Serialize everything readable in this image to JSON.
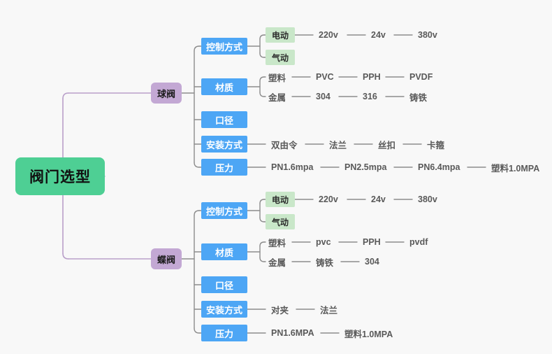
{
  "diagram": {
    "type": "mindmap",
    "title": "阀门选型",
    "colors": {
      "background": "#f8f8f8",
      "root": "#4ecf94",
      "level1": "#c3a8d4",
      "level2": "#4da6f5",
      "level3": "#c9e7c9",
      "leaf_text": "#595959",
      "root_link": "#b99fc9",
      "link": "#8c8c8c"
    },
    "root": {
      "label": "阀门选型"
    },
    "branches": [
      {
        "label": "球阀",
        "categories": [
          {
            "label": "控制方式",
            "subnodes": [
              {
                "label": "电动",
                "leaves": [
                  "220v",
                  "24v",
                  "380v"
                ]
              },
              {
                "label": "气动",
                "leaves": []
              }
            ],
            "leaves": []
          },
          {
            "label": "材质",
            "subnodes": [],
            "groups": [
              {
                "label": "塑料",
                "leaves": [
                  "PVC",
                  "PPH",
                  "PVDF"
                ]
              },
              {
                "label": "金属",
                "leaves": [
                  "304",
                  "316",
                  "铸铁"
                ]
              }
            ],
            "leaves": []
          },
          {
            "label": "口径",
            "subnodes": [],
            "leaves": []
          },
          {
            "label": "安装方式",
            "subnodes": [],
            "leaves": [
              "双由令",
              "法兰",
              "丝扣",
              "卡箍"
            ]
          },
          {
            "label": "压力",
            "subnodes": [],
            "leaves": [
              "PN1.6mpa",
              "PN2.5mpa",
              "PN6.4mpa",
              "塑料1.0MPA"
            ]
          }
        ]
      },
      {
        "label": "蝶阀",
        "categories": [
          {
            "label": "控制方式",
            "subnodes": [
              {
                "label": "电动",
                "leaves": [
                  "220v",
                  "24v",
                  "380v"
                ]
              },
              {
                "label": "气动",
                "leaves": []
              }
            ],
            "leaves": []
          },
          {
            "label": "材质",
            "subnodes": [],
            "groups": [
              {
                "label": "塑料",
                "leaves": [
                  "pvc",
                  "PPH",
                  "pvdf"
                ]
              },
              {
                "label": "金属",
                "leaves": [
                  "铸铁",
                  "304"
                ]
              }
            ],
            "leaves": []
          },
          {
            "label": "口径",
            "subnodes": [],
            "leaves": []
          },
          {
            "label": "安装方式",
            "subnodes": [],
            "leaves": [
              "对夹",
              "法兰"
            ]
          },
          {
            "label": "压力",
            "subnodes": [],
            "leaves": [
              "PN1.6MPA",
              "塑料1.0MPA"
            ]
          }
        ]
      }
    ]
  }
}
